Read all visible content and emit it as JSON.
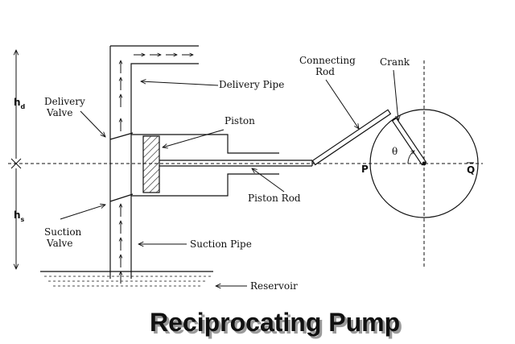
{
  "title": "Reciprocating Pump",
  "labels": {
    "delivery_valve_line1": "Delivery",
    "delivery_valve_line2": "Valve",
    "delivery_pipe": "Delivery Pipe",
    "piston": "Piston",
    "piston_rod": "Piston Rod",
    "suction_valve_line1": "Suction",
    "suction_valve_line2": "Valve",
    "suction_pipe": "Suction Pipe",
    "reservoir": "Reservoir",
    "connecting_rod_line1": "Connecting",
    "connecting_rod_line2": "Rod",
    "crank": "Crank",
    "theta": "θ",
    "point_p": "P",
    "point_q": "Q",
    "hd_base": "h",
    "hd_sub": "d",
    "hs_base": "h",
    "hs_sub": "s"
  },
  "colors": {
    "ink": "#111111",
    "background": "#ffffff",
    "title_shadow": "#9a9a9a"
  }
}
